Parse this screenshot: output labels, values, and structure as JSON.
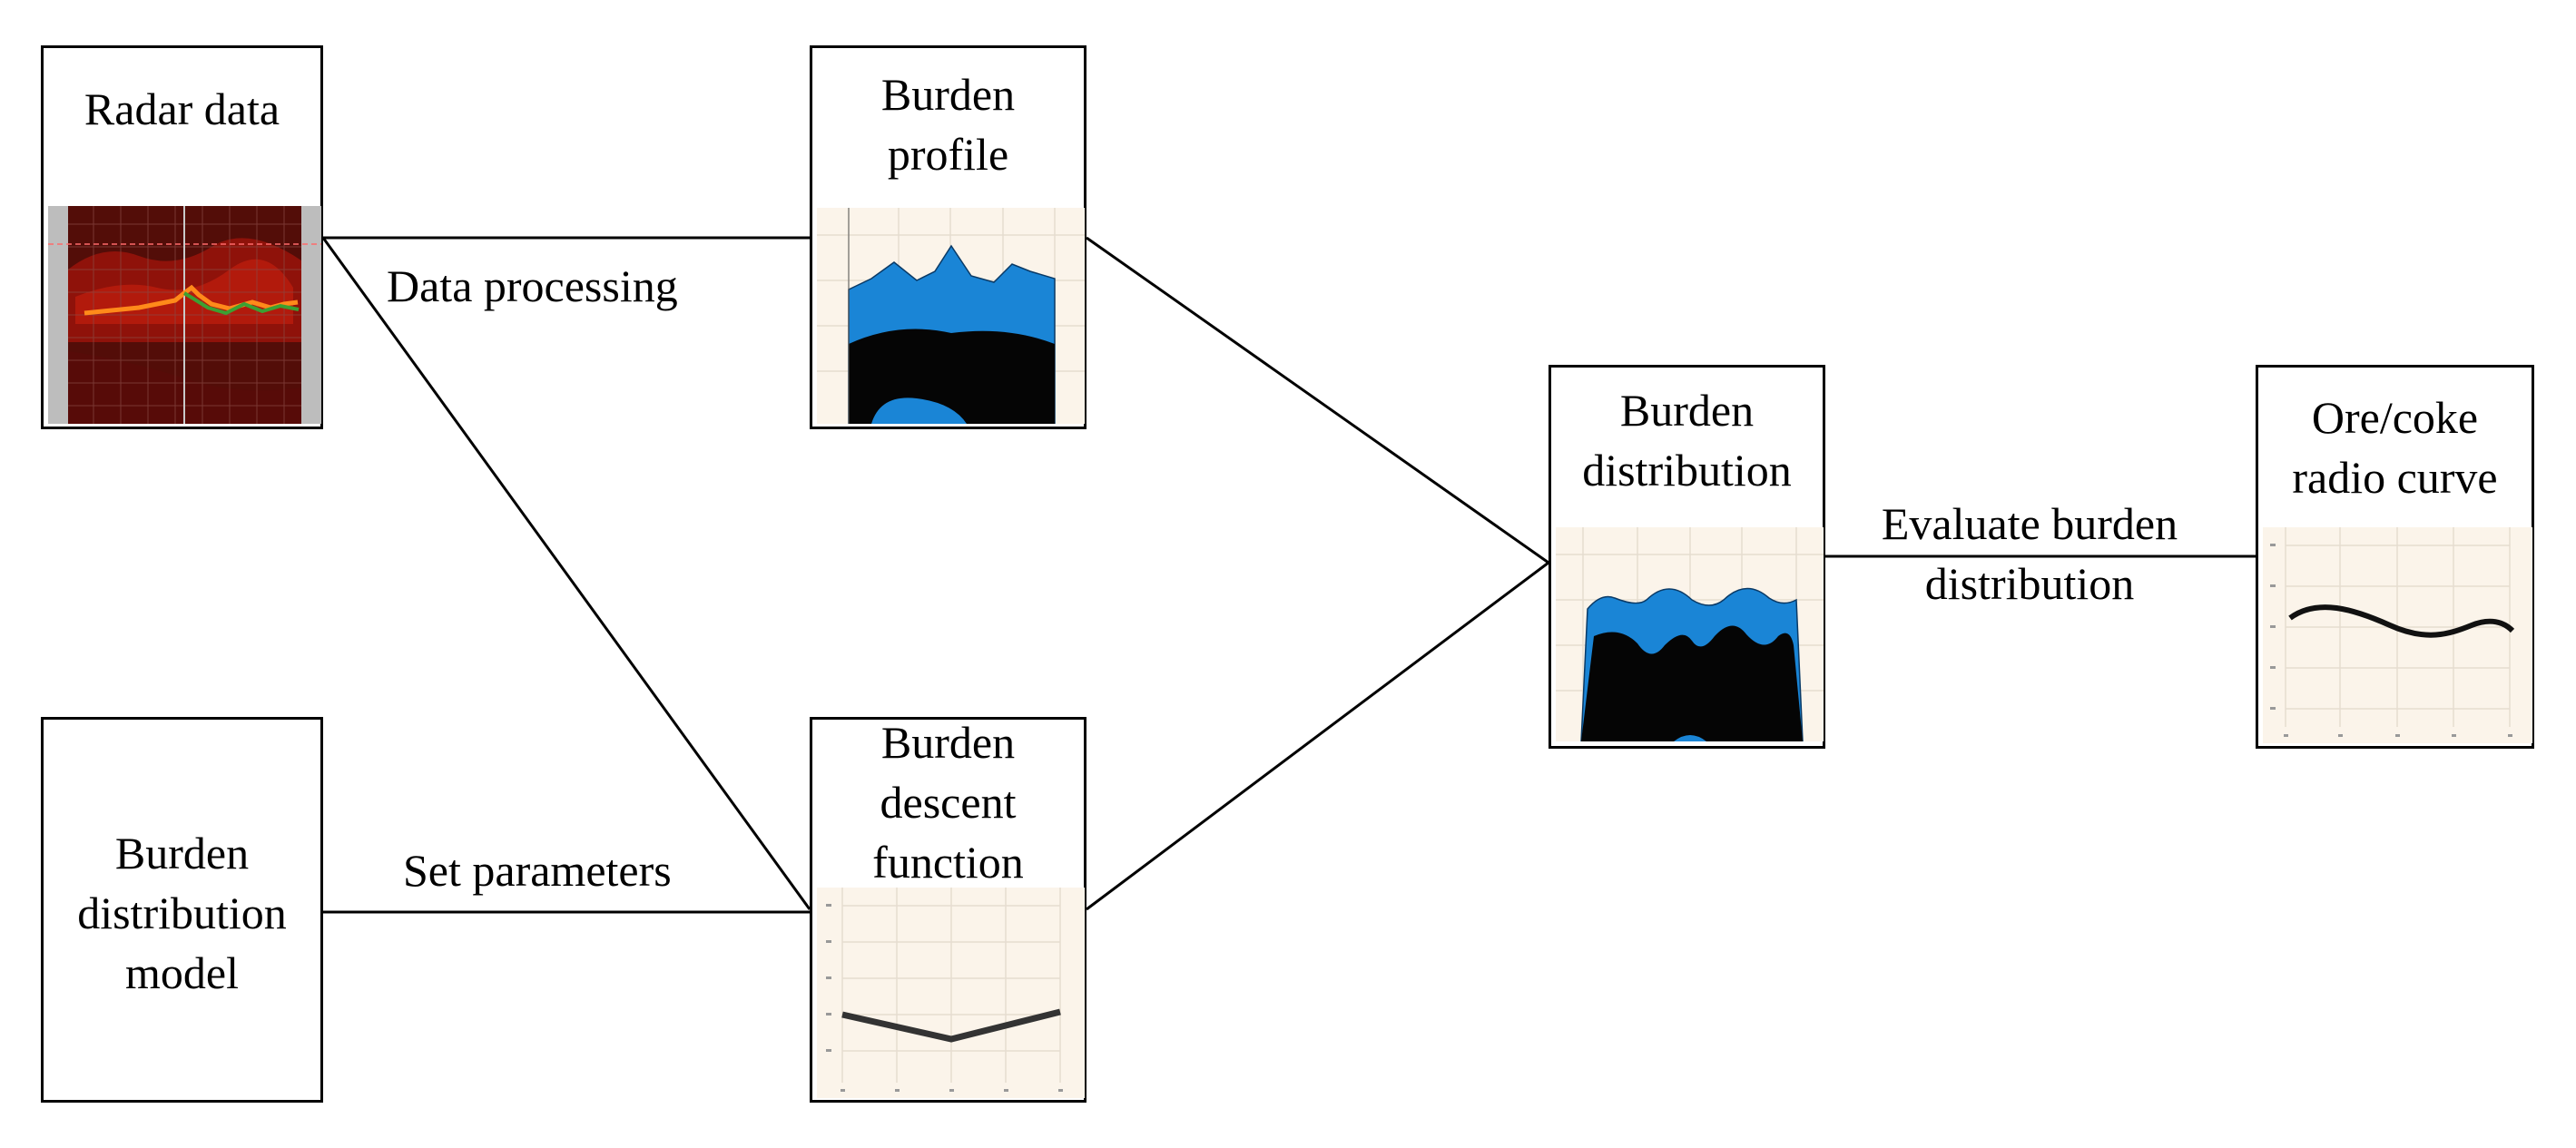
{
  "nodes": {
    "radar": {
      "title": "Radar data"
    },
    "profile": {
      "title_lines": [
        "Burden",
        "profile"
      ]
    },
    "model": {
      "title_lines": [
        "Burden",
        "distribution",
        "model"
      ]
    },
    "descent": {
      "title_lines": [
        "Burden",
        "descent",
        "function"
      ]
    },
    "distribution": {
      "title_lines": [
        "Burden",
        "distribution"
      ]
    },
    "ratio": {
      "title_lines": [
        "Ore/coke",
        "radio curve"
      ]
    }
  },
  "edges": {
    "data_processing": "Data processing",
    "set_parameters": "Set parameters",
    "evaluate": [
      "Evaluate burden",
      "distribution"
    ]
  },
  "colors": {
    "burden_blue": "#1a85d6",
    "burden_black": "#050505",
    "plot_bg": "#fbf4ea",
    "grid": "#e6ddd0",
    "radar_red": "#c8140a",
    "radar_green": "#3ca032"
  }
}
